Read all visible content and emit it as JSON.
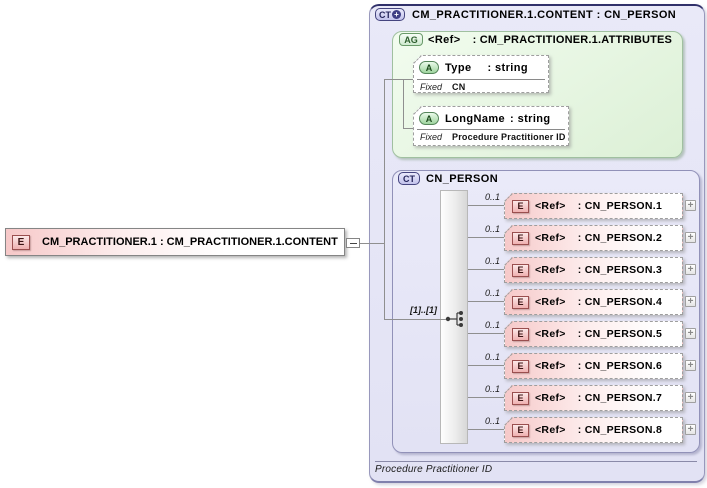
{
  "colors": {
    "element_pink": "#f6c9c9",
    "element_border": "#9a4f4f",
    "attribute_green": "#dcf0d6",
    "attribute_border": "#55855a",
    "complextype_lavender": "#e5e5f6",
    "complextype_border": "#30306a",
    "connector_gray": "#8f8f8f"
  },
  "source_element": {
    "badge": "E",
    "label": "CM_PRACTITIONER.1 : CM_PRACTITIONER.1.CONTENT"
  },
  "content_type_box": {
    "badge": "CT",
    "badge_plus": "+",
    "title": "CM_PRACTITIONER.1.CONTENT : CN_PERSON",
    "footer_annotation": "Procedure Practitioner  ID",
    "attribute_group": {
      "badge": "AG",
      "ref": "<Ref>",
      "type": ": CM_PRACTITIONER.1.ATTRIBUTES",
      "attributes": [
        {
          "badge": "A",
          "name": "Type",
          "datatype": ": string",
          "fixed_label": "Fixed",
          "fixed_value": "CN"
        },
        {
          "badge": "A",
          "name": "LongName",
          "datatype": ": string",
          "fixed_label": "Fixed",
          "fixed_value": "Procedure Practitioner  ID"
        }
      ]
    },
    "person_box": {
      "badge": "CT",
      "title": "CN_PERSON",
      "compositor": {
        "cardinality": "[1]..[1]",
        "icon": "sequence"
      },
      "elements": [
        {
          "badge": "E",
          "cardinality": "0..1",
          "ref": "<Ref>",
          "type": ": CN_PERSON.1",
          "expand_glyph": "+"
        },
        {
          "badge": "E",
          "cardinality": "0..1",
          "ref": "<Ref>",
          "type": ": CN_PERSON.2",
          "expand_glyph": "+"
        },
        {
          "badge": "E",
          "cardinality": "0..1",
          "ref": "<Ref>",
          "type": ": CN_PERSON.3",
          "expand_glyph": "+"
        },
        {
          "badge": "E",
          "cardinality": "0..1",
          "ref": "<Ref>",
          "type": ": CN_PERSON.4",
          "expand_glyph": "+"
        },
        {
          "badge": "E",
          "cardinality": "0..1",
          "ref": "<Ref>",
          "type": ": CN_PERSON.5",
          "expand_glyph": "+"
        },
        {
          "badge": "E",
          "cardinality": "0..1",
          "ref": "<Ref>",
          "type": ": CN_PERSON.6",
          "expand_glyph": "+"
        },
        {
          "badge": "E",
          "cardinality": "0..1",
          "ref": "<Ref>",
          "type": ": CN_PERSON.7",
          "expand_glyph": "+"
        },
        {
          "badge": "E",
          "cardinality": "0..1",
          "ref": "<Ref>",
          "type": ": CN_PERSON.8",
          "expand_glyph": "+"
        }
      ]
    }
  }
}
